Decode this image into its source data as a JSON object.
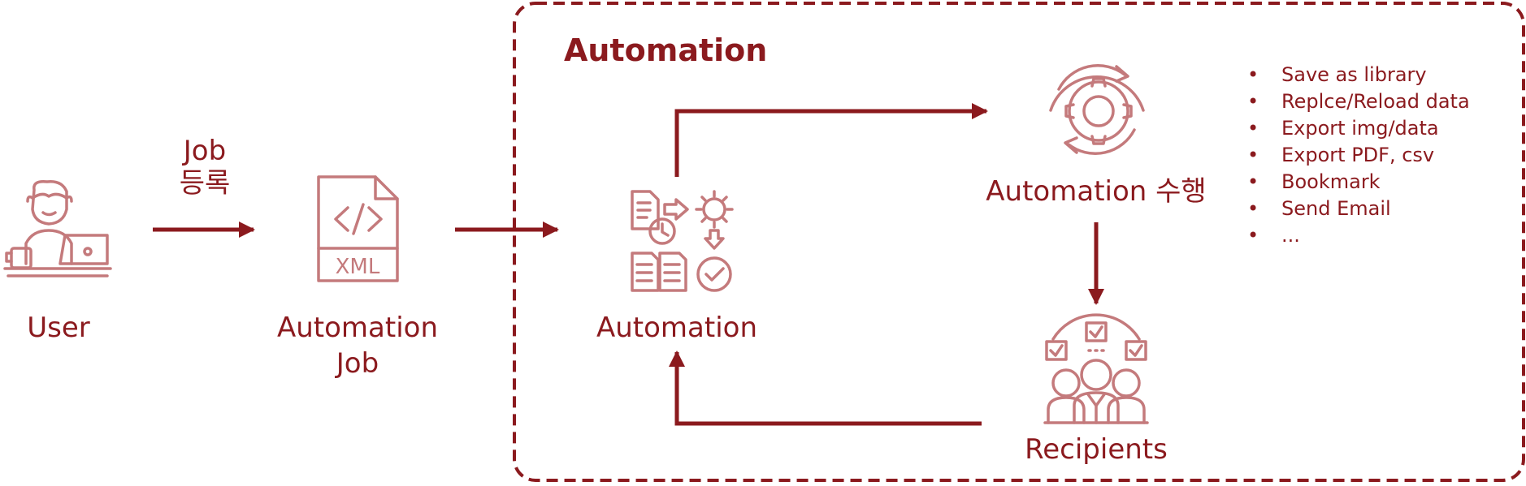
{
  "colors": {
    "accent": "#8b1a1e",
    "icon": "#c47a7c"
  },
  "nodes": {
    "user": {
      "label": "User",
      "icon": "user-laptop-icon"
    },
    "job_register": {
      "line1": "Job",
      "line2": "등록"
    },
    "automation_job": {
      "line1": "Automation",
      "line2": "Job",
      "icon": "xml-file-icon"
    },
    "automation": {
      "label": "Automation",
      "icon": "workflow-automation-icon"
    },
    "automation_run": {
      "label": "Automation 수행",
      "icon": "gear-cycle-icon"
    },
    "recipients": {
      "label": "Recipients",
      "icon": "recipients-group-icon"
    }
  },
  "xml_text": "XML",
  "automation_box": {
    "title": "Automation"
  },
  "features": [
    "Save as library",
    "Replce/Reload data",
    "Export img/data",
    "Export PDF, csv",
    "Bookmark",
    "Send Email",
    "..."
  ],
  "bullet": "•"
}
